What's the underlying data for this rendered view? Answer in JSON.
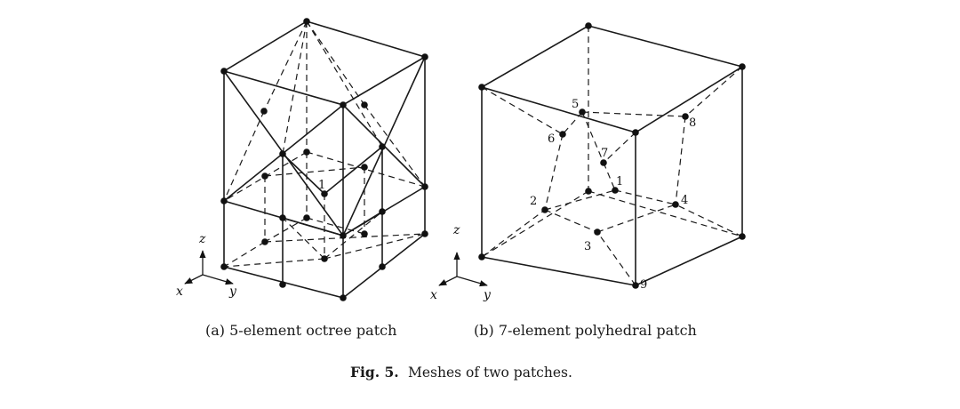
{
  "captions": {
    "a": "(a) 5-element octree patch",
    "b": "(b) 7-element polyhedral patch"
  },
  "figure_caption": {
    "label": "Fig. 5.",
    "text": "Meshes of two patches."
  },
  "axes": {
    "x": "x",
    "y": "y",
    "z": "z"
  },
  "patch_a": {
    "node_labels": [
      "1"
    ]
  },
  "patch_b": {
    "node_labels": [
      "1",
      "2",
      "3",
      "4",
      "5",
      "6",
      "7",
      "8",
      "9"
    ]
  }
}
